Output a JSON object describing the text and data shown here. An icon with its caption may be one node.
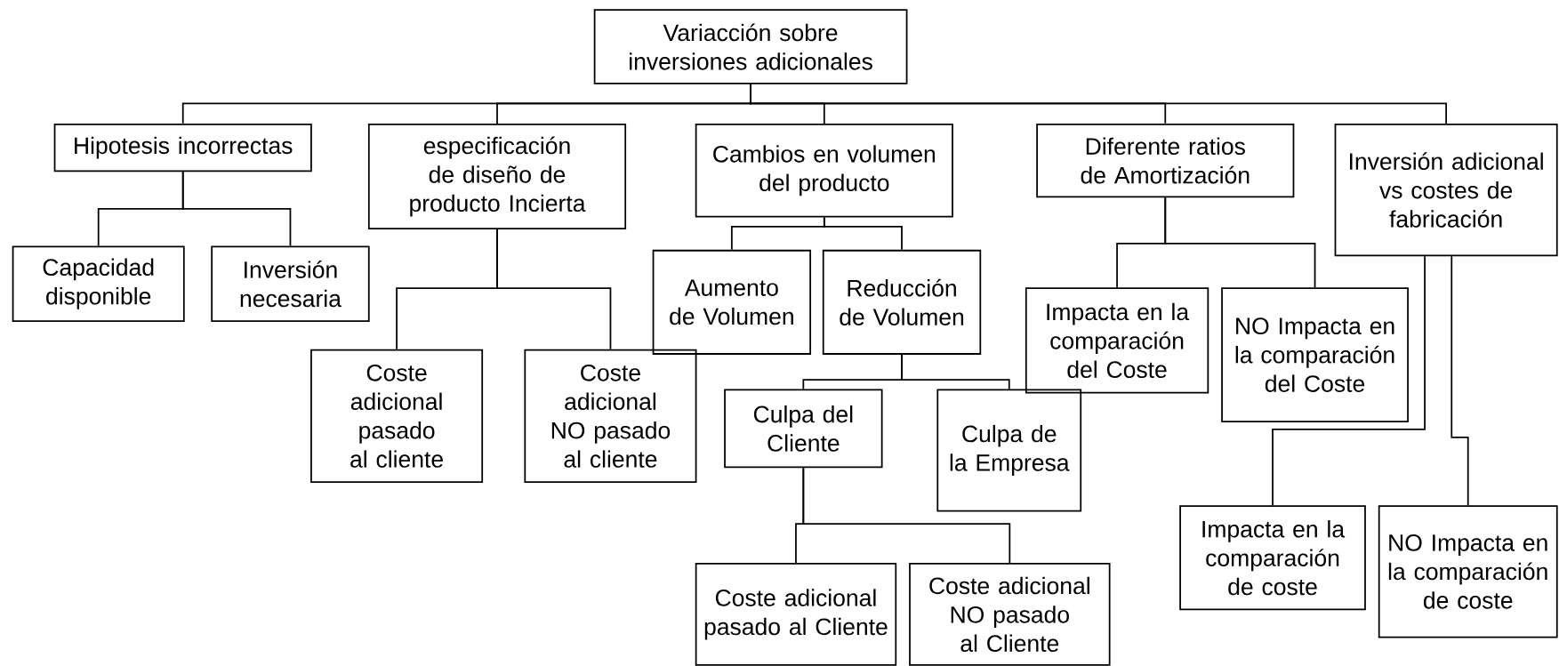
{
  "diagram": {
    "nodes": [
      {
        "text": [
          "Variacción sobre inversiones adicionales"
        ]
      },
      {
        "text": [
          "Hipotesis incorrectas"
        ]
      },
      {
        "text": [
          "especificación de diseño de producto Incierta"
        ]
      },
      {
        "text": [
          "Cambios en volumen del producto"
        ]
      },
      {
        "text": [
          "Diferente ratios de Amortización"
        ]
      },
      {
        "text": [
          "Inversión adicional vs costes de fabricación"
        ]
      },
      {
        "text": [
          "Capacidad disponible"
        ]
      },
      {
        "text": [
          "Inversión necesaria"
        ]
      },
      {
        "text": [
          "Coste adicional pasado al cliente"
        ]
      },
      {
        "text": [
          "Coste adicional NO pasado al cliente"
        ]
      },
      {
        "text": [
          "Aumento de Volumen"
        ]
      },
      {
        "text": [
          "Reducción de Volumen"
        ]
      },
      {
        "text": [
          "Impacta en la comparación del Coste"
        ]
      },
      {
        "text": [
          "NO Impacta en la comparación del Coste"
        ]
      },
      {
        "text": [
          "Culpa del Cliente"
        ]
      },
      {
        "text": [
          "Culpa de la Empresa"
        ]
      },
      {
        "text": [
          "Coste adicional pasado al Cliente"
        ]
      },
      {
        "text": [
          "Coste adicional NO pasado al Cliente"
        ]
      },
      {
        "text": [
          "Impacta en la comparación de coste"
        ]
      },
      {
        "text": [
          "NO Impacta en la comparación de coste"
        ]
      }
    ],
    "edges": [
      {
        "from": 0,
        "to": 1,
        "arrow": "none"
      },
      {
        "from": 0,
        "to": 2,
        "arrow": "none"
      },
      {
        "from": 0,
        "to": 3,
        "arrow": "none"
      },
      {
        "from": 0,
        "to": 4,
        "arrow": "none"
      },
      {
        "from": 0,
        "to": 5,
        "arrow": "none"
      },
      {
        "from": 1,
        "to": 6,
        "arrow": "none"
      },
      {
        "from": 1,
        "to": 7,
        "arrow": "none"
      },
      {
        "from": 2,
        "to": 8,
        "arrow": "none"
      },
      {
        "from": 2,
        "to": 9,
        "arrow": "none"
      },
      {
        "from": 3,
        "to": 10,
        "arrow": "none"
      },
      {
        "from": 3,
        "to": 11,
        "arrow": "none"
      },
      {
        "from": 4,
        "to": 12,
        "arrow": "none"
      },
      {
        "from": 4,
        "to": 13,
        "arrow": "none"
      },
      {
        "from": 5,
        "to": 18,
        "arrow": "none"
      },
      {
        "from": 5,
        "to": 19,
        "arrow": "none"
      },
      {
        "from": 11,
        "to": 14,
        "arrow": "none"
      },
      {
        "from": 11,
        "to": 15,
        "arrow": "none"
      },
      {
        "from": 14,
        "to": 16,
        "arrow": "none"
      },
      {
        "from": 14,
        "to": 17,
        "arrow": "none"
      }
    ]
  }
}
